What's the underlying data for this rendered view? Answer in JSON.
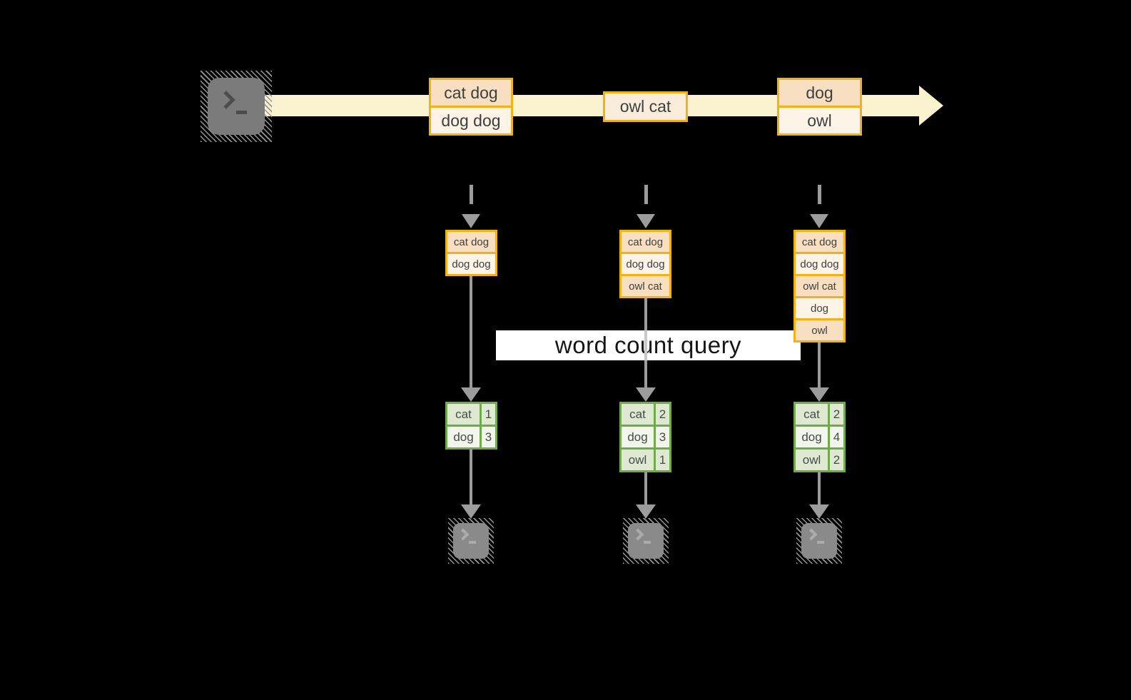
{
  "query_band": {
    "label": "word count query"
  },
  "stream": {
    "source_icon": "terminal-icon",
    "batches": [
      {
        "rows": [
          "cat dog",
          "dog dog"
        ]
      },
      {
        "rows": [
          "owl cat"
        ]
      },
      {
        "rows": [
          "dog",
          "owl"
        ]
      }
    ]
  },
  "columns": [
    {
      "micro_batch": {
        "rows": [
          "cat dog",
          "dog dog"
        ]
      },
      "word_counts": [
        {
          "word": "cat",
          "count": 1
        },
        {
          "word": "dog",
          "count": 3
        }
      ],
      "sink_icon": "terminal-icon"
    },
    {
      "micro_batch": {
        "rows": [
          "cat dog",
          "dog dog",
          "owl cat"
        ]
      },
      "word_counts": [
        {
          "word": "cat",
          "count": 2
        },
        {
          "word": "dog",
          "count": 3
        },
        {
          "word": "owl",
          "count": 1
        }
      ],
      "sink_icon": "terminal-icon"
    },
    {
      "micro_batch": {
        "rows": [
          "cat dog",
          "dog dog",
          "owl cat",
          "dog",
          "owl"
        ]
      },
      "word_counts": [
        {
          "word": "cat",
          "count": 2
        },
        {
          "word": "dog",
          "count": 4
        },
        {
          "word": "owl",
          "count": 2
        }
      ],
      "sink_icon": "terminal-icon"
    }
  ],
  "colors": {
    "accent-orange": "#f1b117",
    "fill-peach": "#f8dfc2",
    "fill-cream": "#fdf3e6",
    "fill-cream2": "#fbeddc",
    "stream-band": "#fbf2d0",
    "accent-green": "#6fab4a",
    "fill-green-dark": "#dfe9d2",
    "fill-green-light": "#f1f5eb",
    "arrow-gray": "#9c9c9c",
    "terminal-gray": "#7b7b7b",
    "query-band-bg": "#ffffff",
    "text-dark": "#3f3f3f"
  }
}
